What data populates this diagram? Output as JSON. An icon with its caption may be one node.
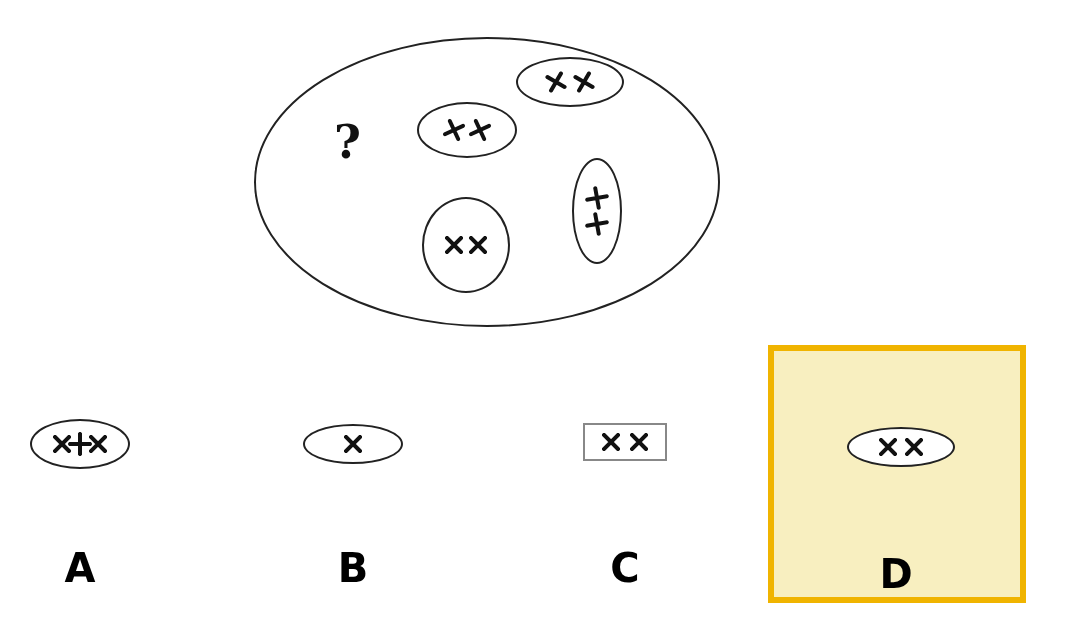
{
  "diagram": {
    "nodes": [
      {
        "text": [
          "?"
        ]
      },
      {
        "text": [],
        "shape": "ellipse",
        "in": 0
      },
      {
        "text": [],
        "shape": "ellipse",
        "in": 0
      },
      {
        "text": [],
        "shape": "ellipse",
        "in": 0
      },
      {
        "text": [],
        "shape": "ellipse",
        "in": 0
      },
      {
        "text": [],
        "shape": "ellipse"
      },
      {
        "text": [],
        "shape": "ellipse"
      },
      {
        "text": [],
        "shape": "box"
      },
      {
        "text": [
          "D"
        ]
      },
      {
        "text": [],
        "shape": "ellipse",
        "in": 8
      }
    ],
    "labels": [
      "A",
      "B",
      "C"
    ]
  }
}
